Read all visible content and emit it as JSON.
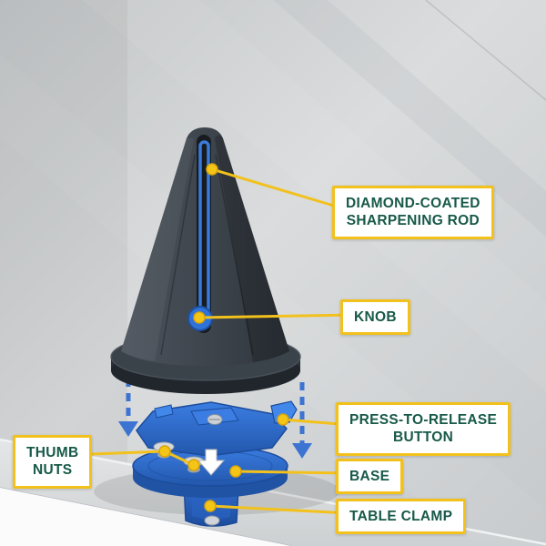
{
  "figure": {
    "kind": "product-callout-diagram",
    "subject": "benchtop knife sharpener clamped to a table edge",
    "colors": {
      "callout_border": "#F2C11C",
      "callout_text": "#175949",
      "leader_yellow": "#F2C11C",
      "product_blue": "#2F6FD4",
      "product_dark_gray": "#3A424A",
      "table_gray": "#D2D5D7"
    },
    "callouts": {
      "sharpening_rod": {
        "text": "DIAMOND-COATED\nSHARPENING ROD"
      },
      "knob": {
        "text": "KNOB"
      },
      "release_button": {
        "text": "PRESS-TO-RELEASE\nBUTTON"
      },
      "thumb_nuts": {
        "text": "THUMB\nNUTS"
      },
      "base": {
        "text": "BASE"
      },
      "table_clamp": {
        "text": "TABLE CLAMP"
      }
    }
  }
}
